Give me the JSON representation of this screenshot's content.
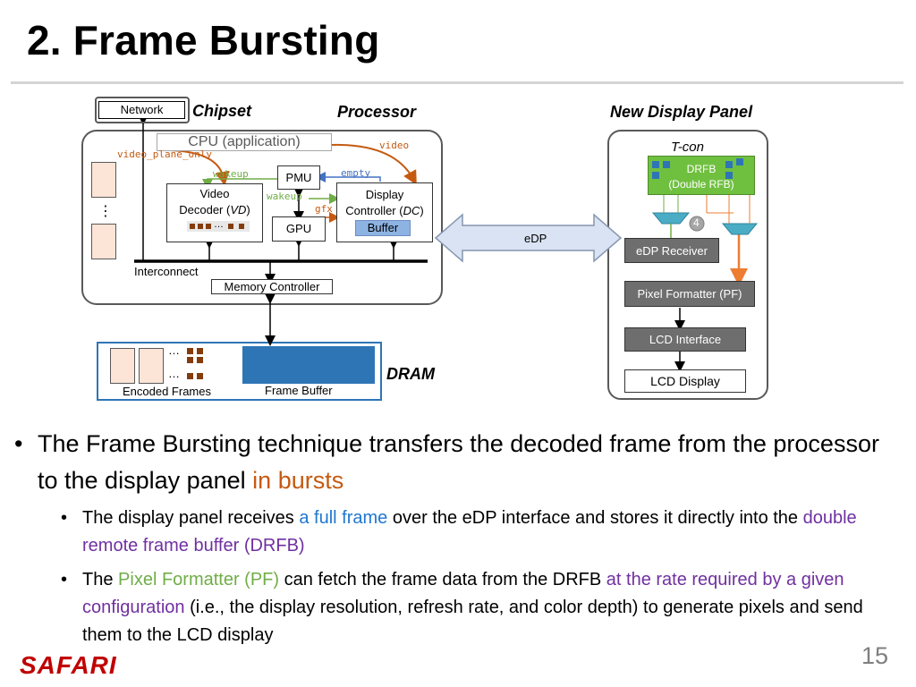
{
  "slide": {
    "title": "2. Frame Bursting",
    "page_number": "15",
    "logo_text": "SAFARI"
  },
  "diagram": {
    "network": "Network",
    "chipset": "Chipset",
    "processor": "Processor",
    "new_display_panel": "New Display Panel",
    "cpu": "CPU (application)",
    "video_plane_only": "video_plane_only",
    "video_sig": "video",
    "wakeup1": "wakeup",
    "pmu": "PMU",
    "empty_sig": "empty",
    "vd_line1": "Video",
    "vd_line2": "Decoder (",
    "vd_abbr": "VD",
    "vd_close": ")",
    "wakeup2": "wakeup",
    "gfx_sig": "gfx",
    "dc_line1": "Display",
    "dc_line2": "Controller (",
    "dc_abbr": "DC",
    "dc_close": ")",
    "gpu": "GPU",
    "buffer": "Buffer",
    "vd_dots": "…",
    "side_dots": "⋮",
    "interconnect": "Interconnect",
    "memory_controller": "Memory Controller",
    "edp": "eDP",
    "tcon": "T-con",
    "drfb_1": "DRFB",
    "drfb_2": "(Double RFB)",
    "step_num": "4",
    "edp_receiver": "eDP Receiver",
    "pixel_formatter": "Pixel Formatter (PF)",
    "lcd_interface": "LCD Interface",
    "lcd_display": "LCD Display",
    "dram": "DRAM",
    "encoded_frames": "Encoded Frames",
    "frame_buffer": "Frame Buffer",
    "dram_dots": "…",
    "colors": {
      "processor_arrow": "#c55a11",
      "wakeup_green": "#70ad47",
      "empty_blue": "#4472c4",
      "drfb_green": "#70c040",
      "frame_buffer_blue": "#2e75b6",
      "mux_teal": "#4bacc6",
      "buffer_blue": "#8db3e2",
      "encoded_frame_fill": "#fce4d6",
      "decoded_block": "#843c0c"
    }
  },
  "bullets": {
    "b1_pre": "The Frame Bursting technique transfers the decoded frame from the processor to the display panel ",
    "b1_hl": "in bursts",
    "s1_pre": "The display panel receives ",
    "s1_hl1": "a full frame",
    "s1_mid": " over the eDP interface and stores it directly into the ",
    "s1_hl2": "double remote frame buffer (DRFB)",
    "s2_pre": "The ",
    "s2_hl1": "Pixel Formatter (PF)",
    "s2_mid": " can fetch the frame data from the DRFB ",
    "s2_hl2": "at the rate required by a given configuration",
    "s2_post": " (i.e., the display resolution, refresh rate, and color depth) to generate pixels and send them to the LCD display"
  }
}
